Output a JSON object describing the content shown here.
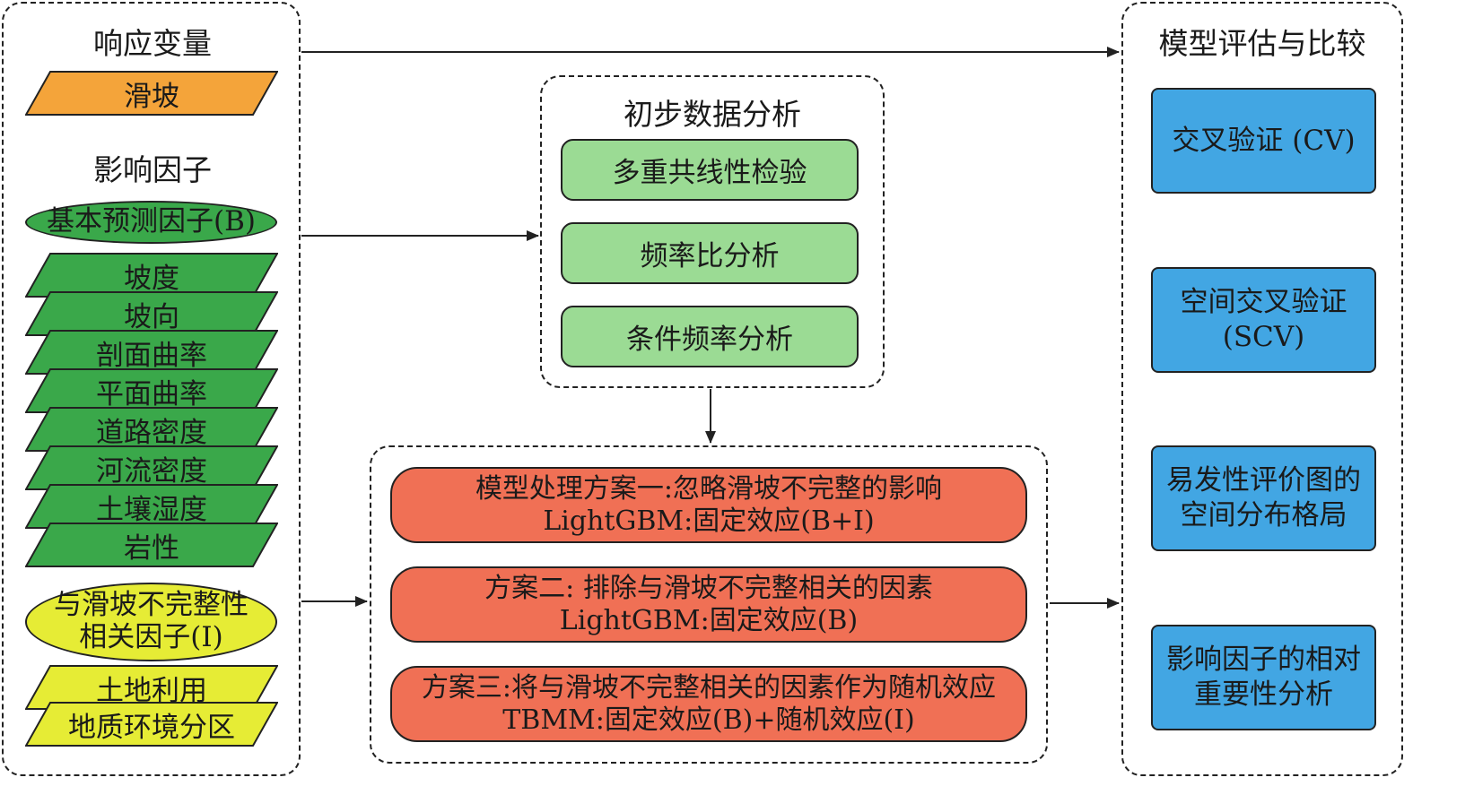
{
  "left": {
    "response_title": "响应变量",
    "response_item": "滑坡",
    "factors_title": "影响因子",
    "basic_label": "基本预测因子(B)",
    "basic_factors": [
      "坡度",
      "坡向",
      "剖面曲率",
      "平面曲率",
      "道路密度",
      "河流密度",
      "土壤湿度",
      "岩性"
    ],
    "incomplete_label_line1": "与滑坡不完整性",
    "incomplete_label_line2": "相关因子(I)",
    "incomplete_factors": [
      "土地利用",
      "地质环境分区"
    ]
  },
  "preliminary": {
    "title": "初步数据分析",
    "items": [
      "多重共线性检验",
      "频率比分析",
      "条件频率分析"
    ]
  },
  "schemes": [
    {
      "line1": "模型处理方案一:忽略滑坡不完整的影响",
      "line2": "LightGBM:固定效应(B+I)"
    },
    {
      "line1": "方案二: 排除与滑坡不完整相关的因素",
      "line2": "LightGBM:固定效应(B)"
    },
    {
      "line1": "方案三:将与滑坡不完整相关的因素作为随机效应",
      "line2": "TBMM:固定效应(B)+随机效应(I)"
    }
  ],
  "evaluation": {
    "title": "模型评估与比较",
    "items": [
      {
        "line1": "交叉验证 (CV)",
        "line2": ""
      },
      {
        "line1": "空间交叉验证",
        "line2": "(SCV)"
      },
      {
        "line1": "易发性评价图的",
        "line2": "空间分布格局"
      },
      {
        "line1": "影响因子的相对",
        "line2": "重要性分析"
      }
    ]
  },
  "colors": {
    "orange": "#f4a43a",
    "green_dark": "#3aa84a",
    "green_light": "#9bdb94",
    "yellow": "#e6ec35",
    "red": "#f07055",
    "blue": "#42a6e3"
  }
}
